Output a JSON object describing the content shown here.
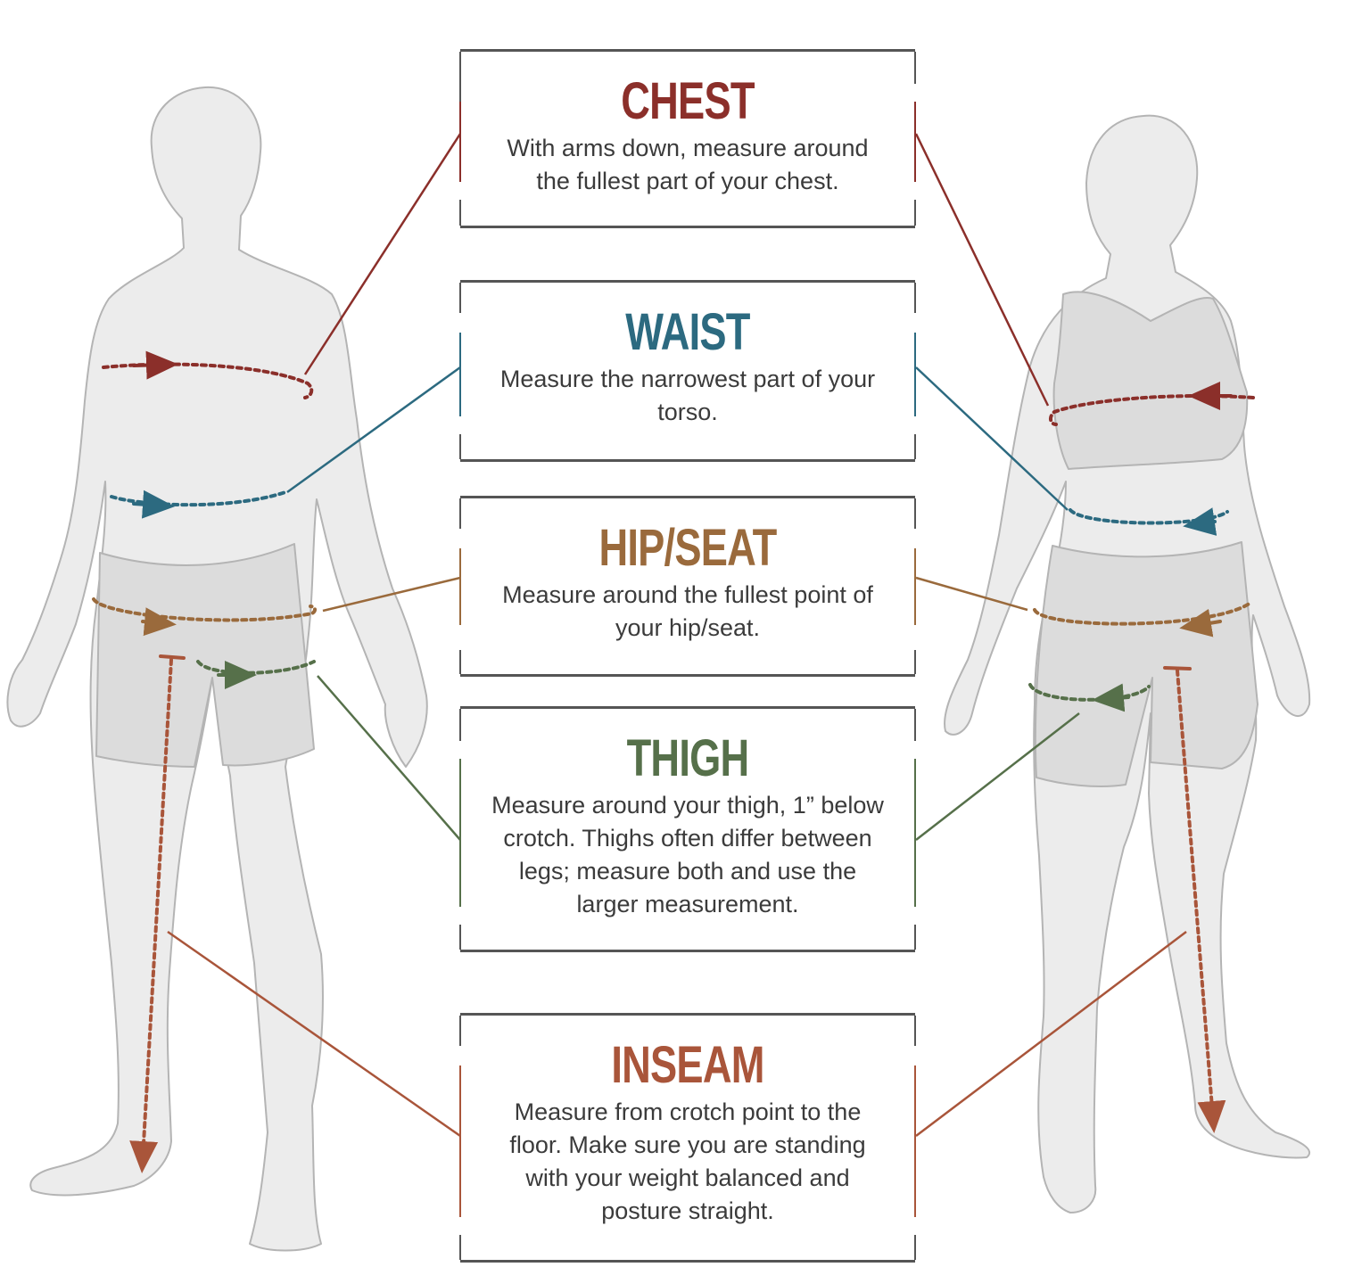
{
  "colors": {
    "chest": "#8b2f2a",
    "waist": "#2c6a80",
    "hip": "#9a6a3c",
    "thigh": "#56704a",
    "inseam": "#a9553a",
    "box_border": "#555555",
    "figure_fill": "#ececec",
    "figure_stroke": "#b4b4b4"
  },
  "figures": {
    "left": "male-figure",
    "right": "female-figure"
  },
  "measurements": [
    {
      "key": "chest",
      "title": "CHEST",
      "description": "With arms down, measure around the fullest part of your chest."
    },
    {
      "key": "waist",
      "title": "WAIST",
      "description": "Measure the narrowest part of your torso."
    },
    {
      "key": "hip",
      "title": "HIP/SEAT",
      "description": "Measure around the fullest point of your hip/seat."
    },
    {
      "key": "thigh",
      "title": "THIGH",
      "description": "Measure around your thigh, 1” below crotch. Thighs often differ between legs; measure both and use the larger measurement."
    },
    {
      "key": "inseam",
      "title": "INSEAM",
      "description": "Measure from crotch point to the floor.  Make sure you are standing with your weight balanced and posture straight."
    }
  ]
}
